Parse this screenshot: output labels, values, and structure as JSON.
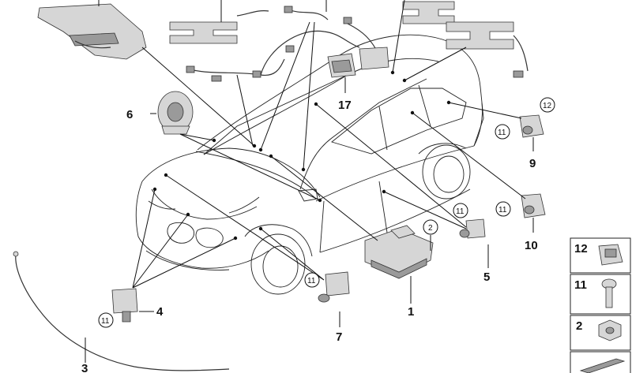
{
  "labels": {
    "p1": "1",
    "p2": "2",
    "p3": "3",
    "p4": "4",
    "p5": "5",
    "p6": "6",
    "p7": "7",
    "p9": "9",
    "p10": "10",
    "p17": "17"
  },
  "callouts": {
    "c11": "11",
    "c12": "12",
    "c2": "2"
  },
  "legend": {
    "items": [
      "12",
      "11",
      "2"
    ]
  }
}
